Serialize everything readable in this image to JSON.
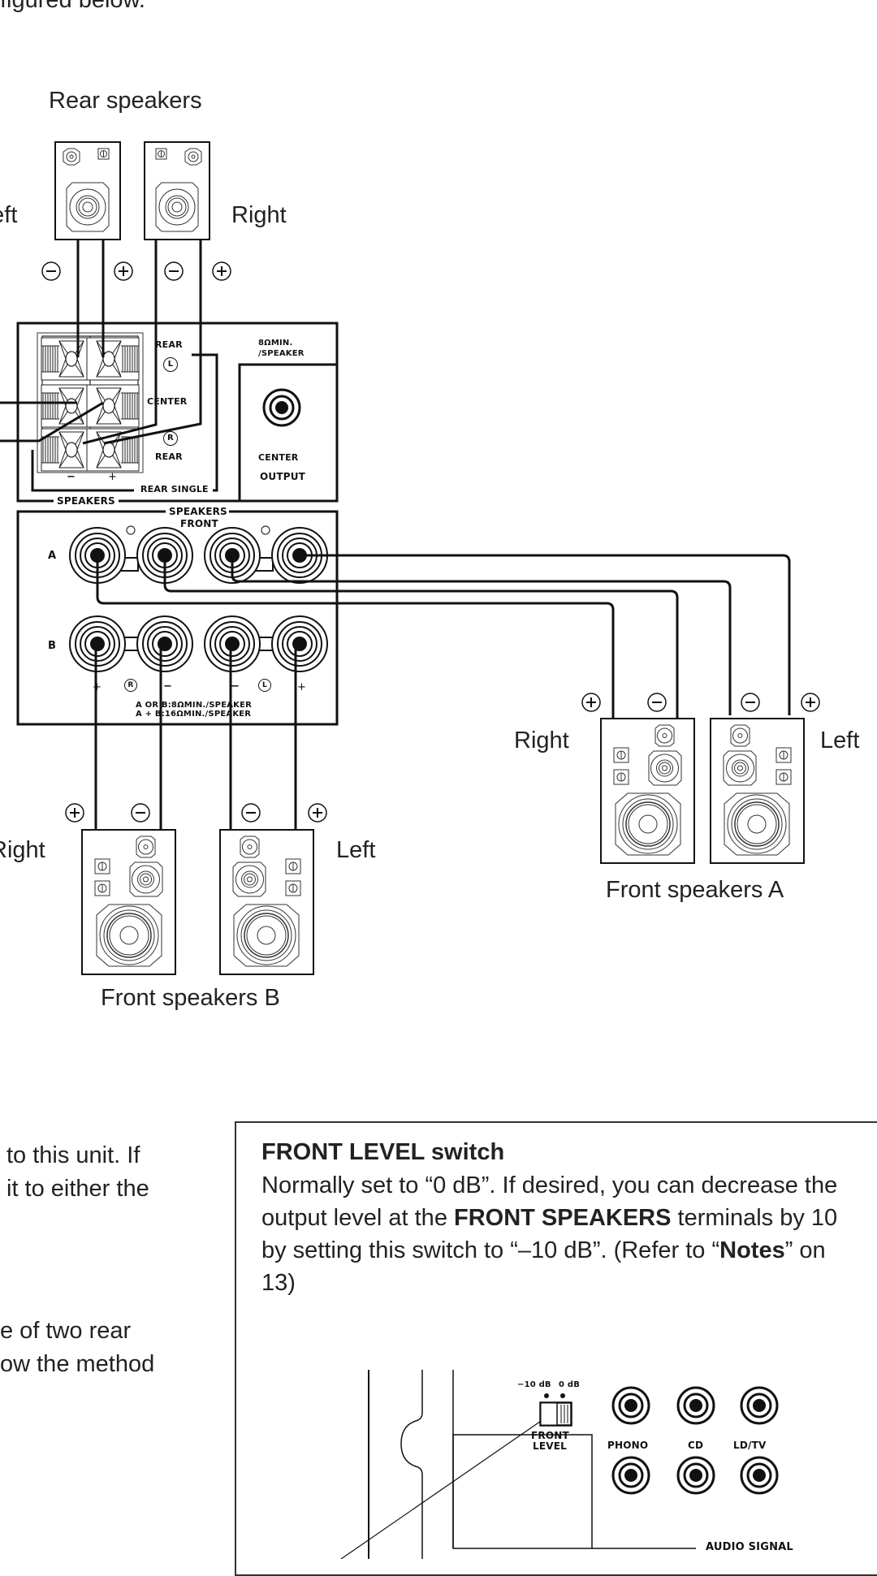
{
  "intro": {
    "trailing_text": "figured below."
  },
  "rear_speakers": {
    "title": "Rear speakers",
    "left_label": "Left",
    "right_label": "Right",
    "terminals": [
      "−",
      "+",
      "−",
      "+"
    ]
  },
  "receiver_panel": {
    "speakers_label": "SPEAKERS",
    "rear_l_label": "REAR",
    "rear_l_channel": "L",
    "center_label": "CENTER",
    "rear_r_channel": "R",
    "rear_r_label": "REAR",
    "minus": "−",
    "plus": "+",
    "rear_single": "REAR SINGLE",
    "impedance_line1": "8ΩMIN.",
    "impedance_line2": "/SPEAKER",
    "center_output_line1": "CENTER",
    "center_output_line2": "OUTPUT",
    "front_header_line1": "SPEAKERS",
    "front_header_line2": "FRONT",
    "row_a": "A",
    "row_b": "B",
    "polarity_b": [
      "+",
      "R",
      "−",
      "−",
      "L",
      "+"
    ],
    "note_line1": "A OR B:8ΩMIN./SPEAKER",
    "note_line2": "A + B:16ΩMIN./SPEAKER"
  },
  "front_a": {
    "title": "Front speakers A",
    "right_label": "Right",
    "left_label": "Left",
    "terminals": [
      "+",
      "−",
      "−",
      "+"
    ]
  },
  "front_b": {
    "title": "Front speakers B",
    "right_label": "Right",
    "left_label": "Left",
    "terminals": [
      "+",
      "−",
      "−",
      "+"
    ]
  },
  "left_column": {
    "lines": [
      "to this unit.  If",
      "it to either the",
      "e of two rear",
      "ow the method"
    ]
  },
  "front_level_box": {
    "title": "FRONT LEVEL switch",
    "body_line1": "Normally set to “0 dB”. If desired, you can decrease the",
    "body_line2_pre": "output level at the ",
    "body_line2_bold": "FRONT SPEAKERS",
    "body_line2_post": " terminals by 10",
    "body_line3_pre": "by setting this switch to “–10 dB”.  (Refer to “",
    "body_line3_bold": "Notes",
    "body_line3_post": "” on",
    "body_line4": "13)",
    "switch_minus10": "−10 dB",
    "switch_0": "0 dB",
    "switch_label_line1": "FRONT",
    "switch_label_line2": "LEVEL",
    "switch_position": "0 dB",
    "jacks": [
      "PHONO",
      "CD",
      "LD/TV"
    ],
    "audio_signal": "AUDIO SIGNAL"
  }
}
